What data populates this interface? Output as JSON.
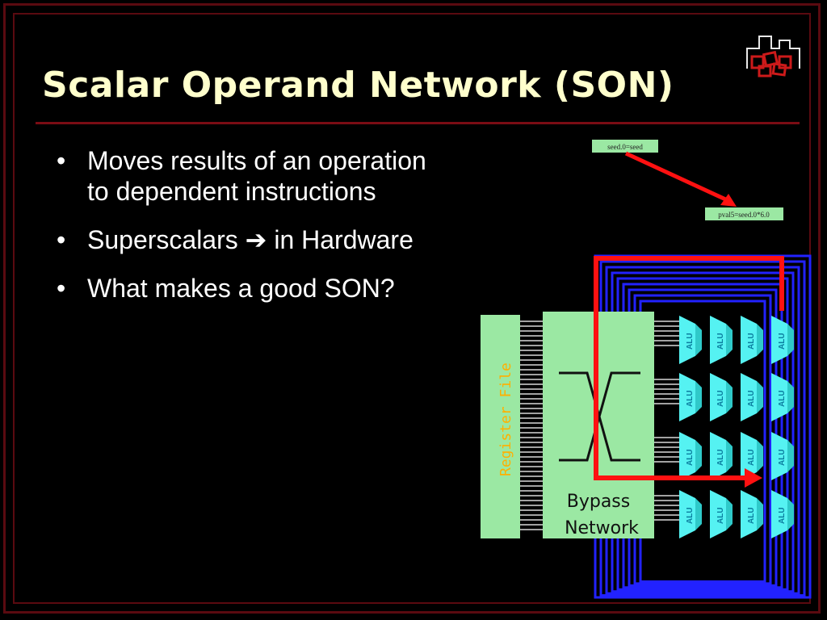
{
  "slide": {
    "title": "Scalar Operand Network (SON)",
    "bullets": [
      {
        "line1": "Moves results of an operation",
        "line2": "to dependent instructions"
      },
      {
        "line1": "Superscalars ➔ in Hardware",
        "line2": ""
      },
      {
        "line1": "What makes a good SON?",
        "line2": ""
      }
    ],
    "bullet_glyph": "•"
  },
  "diagram": {
    "code_box_1": "seed.0=seed",
    "code_box_2": "pval5=seed.0*6.0",
    "register_file_label": "Register File",
    "bypass_label_1": "Bypass",
    "bypass_label_2": "Network",
    "alu_label": "ALU",
    "alu_grid": {
      "rows": 4,
      "cols": 4
    },
    "colors": {
      "wire_blue": "#2222ff",
      "path_red": "#ff1111",
      "panel_green": "#9be8a3",
      "alu_cyan": "#55f2f2",
      "title_yellow": "#ffffcc",
      "frame_maroon": "#5a0a10"
    }
  },
  "logo": {
    "name": "building-skyline-logo"
  }
}
